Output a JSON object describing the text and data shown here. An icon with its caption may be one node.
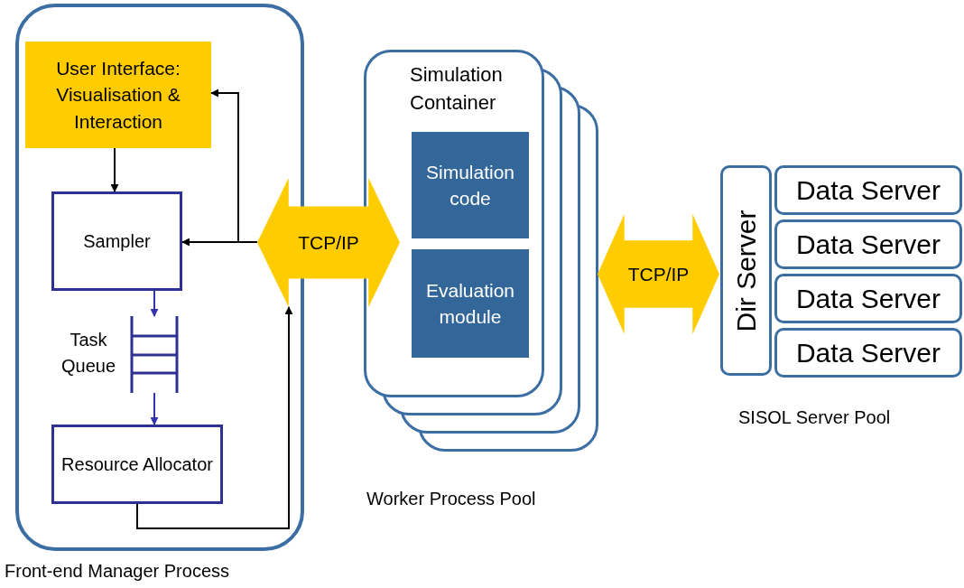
{
  "diagram": {
    "nodes": [
      {
        "text": [
          "Front-end Manager Process"
        ]
      },
      {
        "text": [
          "User Interface: Visualisation & Interaction"
        ],
        "in": 0
      },
      {
        "text": [
          "Sampler"
        ],
        "in": 0
      },
      {
        "text": [
          "Task Queue"
        ],
        "in": 0
      },
      {
        "text": [
          "Resource Allocator"
        ],
        "in": 0
      },
      {
        "text": [
          "TCP/IP"
        ]
      },
      {
        "text": [
          "Simulation Container"
        ]
      },
      {
        "text": [
          "Simulation code"
        ],
        "in": 6
      },
      {
        "text": [
          "Evaluation module"
        ],
        "in": 6
      },
      {
        "text": [
          "TCP/IP"
        ]
      },
      {
        "text": [
          "Dir Server"
        ]
      },
      {
        "text": [
          "Data Server"
        ]
      },
      {
        "text": [
          "Data Server"
        ]
      },
      {
        "text": [
          "Data Server"
        ]
      },
      {
        "text": [
          "Data Server"
        ]
      }
    ],
    "edges": [
      {
        "from": 1,
        "to": 2,
        "arrow": "to"
      },
      {
        "from": 2,
        "to": 3,
        "arrow": "to",
        "color": "#3333aa"
      },
      {
        "from": 3,
        "to": 4,
        "arrow": "to",
        "color": "#3333aa"
      },
      {
        "from": 4,
        "to": 5,
        "arrow": "to"
      },
      {
        "from": 5,
        "to": 2,
        "arrow": "to"
      },
      {
        "from": 5,
        "to": 1,
        "arrow": "to"
      }
    ],
    "labels": [
      "Worker Process Pool",
      "SISOL Server Pool"
    ]
  }
}
